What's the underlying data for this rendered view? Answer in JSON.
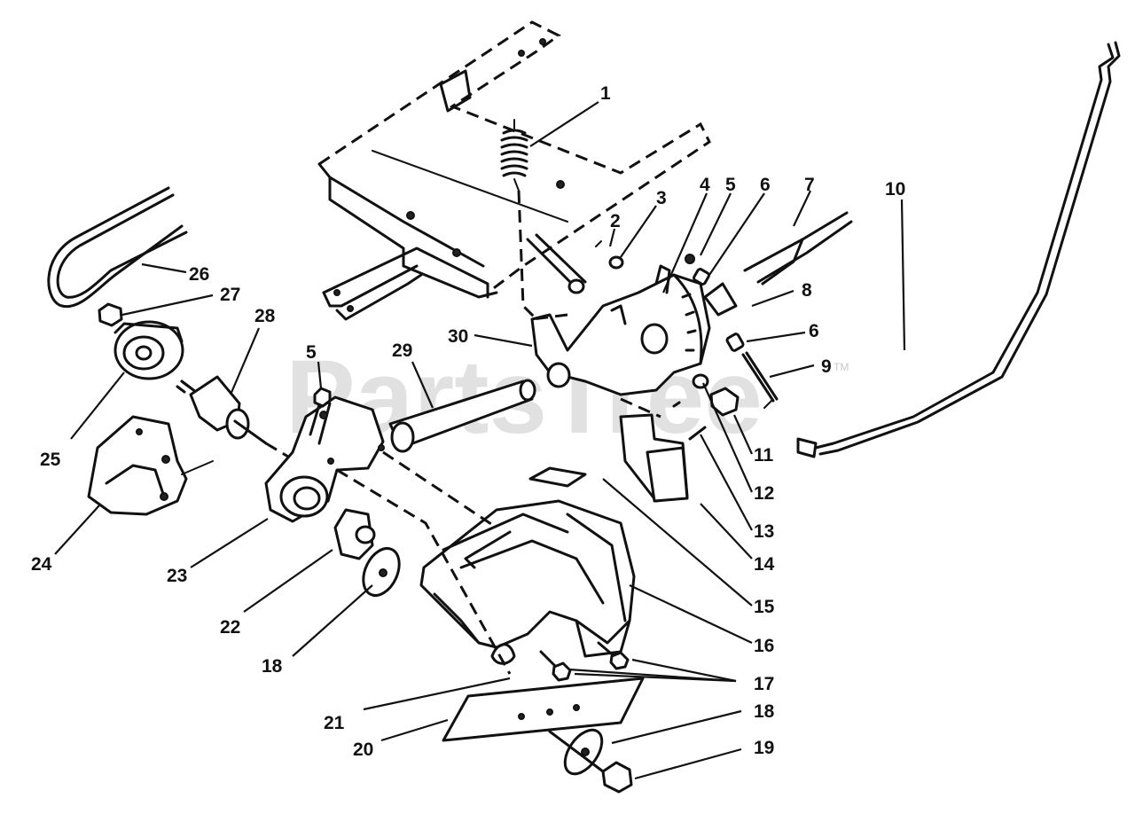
{
  "watermark": {
    "text": "PartsTree",
    "trademark": "TM"
  },
  "callouts": [
    {
      "id": "label-1",
      "text": "1"
    },
    {
      "id": "label-2",
      "text": "2"
    },
    {
      "id": "label-3",
      "text": "3"
    },
    {
      "id": "label-4",
      "text": "4"
    },
    {
      "id": "label-5a",
      "text": "5"
    },
    {
      "id": "label-5b",
      "text": "5"
    },
    {
      "id": "label-6a",
      "text": "6"
    },
    {
      "id": "label-6b",
      "text": "6"
    },
    {
      "id": "label-7",
      "text": "7"
    },
    {
      "id": "label-8",
      "text": "8"
    },
    {
      "id": "label-9",
      "text": "9"
    },
    {
      "id": "label-10",
      "text": "10"
    },
    {
      "id": "label-11",
      "text": "11"
    },
    {
      "id": "label-12",
      "text": "12"
    },
    {
      "id": "label-13",
      "text": "13"
    },
    {
      "id": "label-14",
      "text": "14"
    },
    {
      "id": "label-15",
      "text": "15"
    },
    {
      "id": "label-16",
      "text": "16"
    },
    {
      "id": "label-17",
      "text": "17"
    },
    {
      "id": "label-18a",
      "text": "18"
    },
    {
      "id": "label-18b",
      "text": "18"
    },
    {
      "id": "label-19",
      "text": "19"
    },
    {
      "id": "label-20",
      "text": "20"
    },
    {
      "id": "label-21",
      "text": "21"
    },
    {
      "id": "label-22",
      "text": "22"
    },
    {
      "id": "label-23",
      "text": "23"
    },
    {
      "id": "label-24",
      "text": "24"
    },
    {
      "id": "label-25",
      "text": "25"
    },
    {
      "id": "label-26",
      "text": "26"
    },
    {
      "id": "label-27",
      "text": "27"
    },
    {
      "id": "label-28",
      "text": "28"
    },
    {
      "id": "label-29",
      "text": "29"
    },
    {
      "id": "label-30",
      "text": "30"
    }
  ]
}
